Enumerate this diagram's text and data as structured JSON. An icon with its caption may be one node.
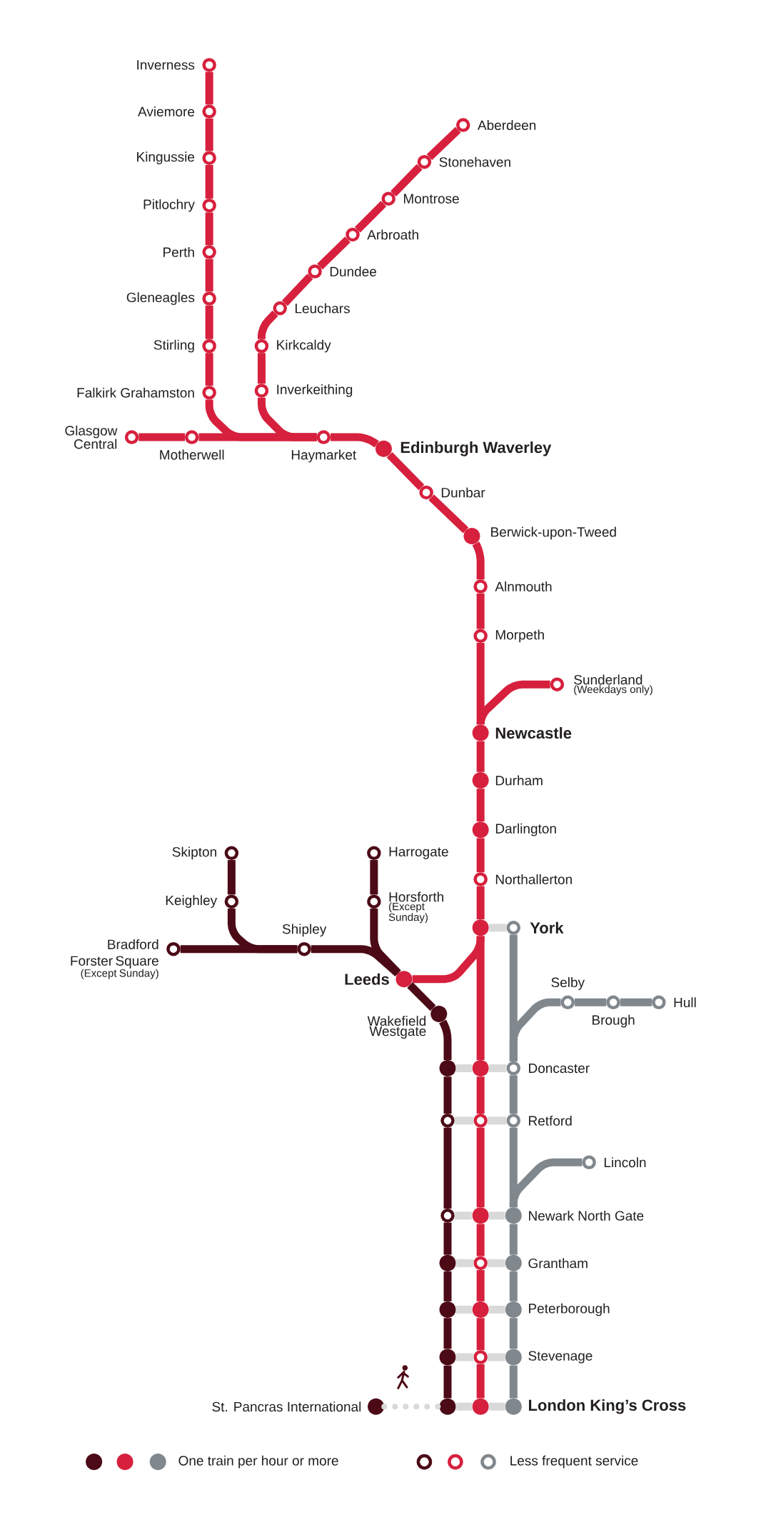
{
  "diagram": {
    "nodes": [
      {
        "text": [],
        "shape": "circle",
        "beside": [
          "Inverness"
        ]
      },
      {
        "text": [],
        "shape": "circle",
        "beside": [
          "Aviemore"
        ]
      },
      {
        "text": [],
        "shape": "circle",
        "beside": [
          "Kingussie"
        ]
      },
      {
        "text": [],
        "shape": "circle",
        "beside": [
          "Pitlochry"
        ]
      },
      {
        "text": [],
        "shape": "circle",
        "beside": [
          "Perth"
        ]
      },
      {
        "text": [],
        "shape": "circle",
        "beside": [
          "Gleneagles"
        ]
      },
      {
        "text": [],
        "shape": "circle",
        "beside": [
          "Stirling"
        ]
      },
      {
        "text": [],
        "shape": "circle",
        "beside": [
          "Falkirk Grahamston"
        ]
      },
      {
        "text": [],
        "shape": "circle",
        "beside": [
          "Aberdeen"
        ]
      },
      {
        "text": [],
        "shape": "circle",
        "beside": [
          "Stonehaven"
        ]
      },
      {
        "text": [],
        "shape": "circle",
        "beside": [
          "Montrose"
        ]
      },
      {
        "text": [],
        "shape": "circle",
        "beside": [
          "Arbroath"
        ]
      },
      {
        "text": [],
        "shape": "circle",
        "beside": [
          "Dundee"
        ]
      },
      {
        "text": [],
        "shape": "circle",
        "beside": [
          "Leuchars"
        ]
      },
      {
        "text": [],
        "shape": "circle",
        "beside": [
          "Kirkcaldy"
        ]
      },
      {
        "text": [],
        "shape": "circle",
        "beside": [
          "Inverkeithing"
        ]
      },
      {
        "text": [],
        "shape": "circle",
        "beside": [
          "Glasgow Central"
        ]
      },
      {
        "text": [],
        "shape": "circle",
        "beside": [
          "Motherwell"
        ]
      },
      {
        "text": [],
        "shape": "circle",
        "beside": [
          "Haymarket"
        ]
      },
      {
        "text": [],
        "shape": "dot",
        "beside": [
          "Edinburgh Waverley"
        ]
      },
      {
        "text": [],
        "shape": "circle",
        "beside": [
          "Dunbar"
        ]
      },
      {
        "text": [],
        "shape": "dot",
        "beside": [
          "Berwick-upon-Tweed"
        ]
      },
      {
        "text": [],
        "shape": "circle",
        "beside": [
          "Alnmouth"
        ]
      },
      {
        "text": [],
        "shape": "circle",
        "beside": [
          "Morpeth"
        ]
      },
      {
        "text": [],
        "shape": "circle",
        "beside": [
          "Sunderland",
          "(Weekdays only)"
        ]
      },
      {
        "text": [],
        "shape": "dot",
        "beside": [
          "Newcastle"
        ]
      },
      {
        "text": [],
        "shape": "dot",
        "beside": [
          "Durham"
        ]
      },
      {
        "text": [],
        "shape": "dot",
        "beside": [
          "Darlington"
        ]
      },
      {
        "text": [],
        "shape": "circle",
        "beside": [
          "Northallerton"
        ]
      },
      {
        "text": [],
        "shape": "dot"
      },
      {
        "text": [],
        "shape": "circle",
        "beside": [
          "York"
        ]
      },
      {
        "text": [],
        "shape": "circle",
        "beside": [
          "Skipton"
        ]
      },
      {
        "text": [],
        "shape": "circle",
        "beside": [
          "Keighley"
        ]
      },
      {
        "text": [],
        "shape": "circle",
        "beside": [
          "Harrogate"
        ]
      },
      {
        "text": [],
        "shape": "circle",
        "beside": [
          "Horsforth",
          "(Except Sunday)"
        ]
      },
      {
        "text": [],
        "shape": "circle",
        "beside": [
          "Bradford Forster Square",
          "(Except Sunday)"
        ]
      },
      {
        "text": [],
        "shape": "circle",
        "beside": [
          "Shipley"
        ]
      },
      {
        "text": [],
        "shape": "dot",
        "beside": [
          "Leeds"
        ]
      },
      {
        "text": [],
        "shape": "dot",
        "beside": [
          "Wakefield Westgate"
        ]
      },
      {
        "text": [],
        "shape": "circle",
        "beside": [
          "Selby"
        ]
      },
      {
        "text": [],
        "shape": "circle",
        "beside": [
          "Brough"
        ]
      },
      {
        "text": [],
        "shape": "circle",
        "beside": [
          "Hull"
        ]
      },
      {
        "text": [],
        "shape": "dot"
      },
      {
        "text": [],
        "shape": "dot"
      },
      {
        "text": [],
        "shape": "circle",
        "beside": [
          "Doncaster"
        ]
      },
      {
        "text": [],
        "shape": "circle"
      },
      {
        "text": [],
        "shape": "circle"
      },
      {
        "text": [],
        "shape": "circle",
        "beside": [
          "Retford"
        ]
      },
      {
        "text": [],
        "shape": "circle",
        "beside": [
          "Lincoln"
        ]
      },
      {
        "text": [],
        "shape": "circle"
      },
      {
        "text": [],
        "shape": "dot"
      },
      {
        "text": [],
        "shape": "dot",
        "beside": [
          "Newark North Gate"
        ]
      },
      {
        "text": [],
        "shape": "dot"
      },
      {
        "text": [],
        "shape": "circle"
      },
      {
        "text": [],
        "shape": "dot",
        "beside": [
          "Grantham"
        ]
      },
      {
        "text": [],
        "shape": "dot"
      },
      {
        "text": [],
        "shape": "dot"
      },
      {
        "text": [],
        "shape": "dot",
        "beside": [
          "Peterborough"
        ]
      },
      {
        "text": [],
        "shape": "dot"
      },
      {
        "text": [],
        "shape": "circle"
      },
      {
        "text": [],
        "shape": "dot",
        "beside": [
          "Stevenage"
        ]
      },
      {
        "text": [],
        "shape": "dot",
        "beside": [
          "St. Pancras International"
        ]
      },
      {
        "text": [],
        "shape": "dot"
      },
      {
        "text": [],
        "shape": "dot"
      },
      {
        "text": [],
        "shape": "dot",
        "beside": [
          "London King’s Cross"
        ]
      }
    ],
    "edges": [
      {
        "from": 0,
        "to": 1,
        "arrow": "none"
      },
      {
        "from": 1,
        "to": 2,
        "arrow": "none"
      },
      {
        "from": 2,
        "to": 3,
        "arrow": "none"
      },
      {
        "from": 3,
        "to": 4,
        "arrow": "none"
      },
      {
        "from": 4,
        "to": 5,
        "arrow": "none"
      },
      {
        "from": 5,
        "to": 6,
        "arrow": "none"
      },
      {
        "from": 6,
        "to": 7,
        "arrow": "none"
      },
      {
        "from": 7,
        "to": 18,
        "arrow": "none"
      },
      {
        "from": 8,
        "to": 9,
        "arrow": "none"
      },
      {
        "from": 9,
        "to": 10,
        "arrow": "none"
      },
      {
        "from": 10,
        "to": 11,
        "arrow": "none"
      },
      {
        "from": 11,
        "to": 12,
        "arrow": "none"
      },
      {
        "from": 12,
        "to": 13,
        "arrow": "none"
      },
      {
        "from": 13,
        "to": 14,
        "arrow": "none"
      },
      {
        "from": 14,
        "to": 15,
        "arrow": "none"
      },
      {
        "from": 15,
        "to": 18,
        "arrow": "none"
      },
      {
        "from": 16,
        "to": 17,
        "arrow": "none"
      },
      {
        "from": 17,
        "to": 18,
        "arrow": "none"
      },
      {
        "from": 18,
        "to": 19,
        "arrow": "none"
      },
      {
        "from": 19,
        "to": 20,
        "arrow": "none"
      },
      {
        "from": 20,
        "to": 21,
        "arrow": "none"
      },
      {
        "from": 21,
        "to": 22,
        "arrow": "none"
      },
      {
        "from": 22,
        "to": 23,
        "arrow": "none"
      },
      {
        "from": 23,
        "to": 25,
        "arrow": "none"
      },
      {
        "from": 24,
        "to": 25,
        "arrow": "none"
      },
      {
        "from": 25,
        "to": 26,
        "arrow": "none"
      },
      {
        "from": 26,
        "to": 27,
        "arrow": "none"
      },
      {
        "from": 27,
        "to": 28,
        "arrow": "none"
      },
      {
        "from": 28,
        "to": 29,
        "arrow": "none"
      },
      {
        "from": 29,
        "to": 43,
        "arrow": "none"
      },
      {
        "from": 29,
        "to": 37,
        "arrow": "none"
      },
      {
        "from": 31,
        "to": 32,
        "arrow": "none",
        "color": "#4b0a16"
      },
      {
        "from": 32,
        "to": 36,
        "arrow": "none",
        "color": "#4b0a16"
      },
      {
        "from": 35,
        "to": 36,
        "arrow": "none",
        "color": "#4b0a16"
      },
      {
        "from": 36,
        "to": 37,
        "arrow": "none",
        "color": "#4b0a16"
      },
      {
        "from": 33,
        "to": 34,
        "arrow": "none",
        "color": "#4b0a16"
      },
      {
        "from": 34,
        "to": 37,
        "arrow": "none",
        "color": "#4b0a16"
      },
      {
        "from": 37,
        "to": 38,
        "arrow": "none",
        "color": "#4b0a16"
      },
      {
        "from": 38,
        "to": 42,
        "arrow": "none",
        "color": "#4b0a16"
      },
      {
        "from": 42,
        "to": 45,
        "arrow": "none",
        "color": "#4b0a16"
      },
      {
        "from": 45,
        "to": 49,
        "arrow": "none",
        "color": "#4b0a16"
      },
      {
        "from": 49,
        "to": 52,
        "arrow": "none",
        "color": "#4b0a16"
      },
      {
        "from": 52,
        "to": 55,
        "arrow": "none",
        "color": "#4b0a16"
      },
      {
        "from": 55,
        "to": 58,
        "arrow": "none",
        "color": "#4b0a16"
      },
      {
        "from": 58,
        "to": 62,
        "arrow": "none",
        "color": "#4b0a16"
      },
      {
        "from": 43,
        "to": 46,
        "arrow": "none"
      },
      {
        "from": 46,
        "to": 50,
        "arrow": "none"
      },
      {
        "from": 50,
        "to": 53,
        "arrow": "none"
      },
      {
        "from": 53,
        "to": 56,
        "arrow": "none"
      },
      {
        "from": 56,
        "to": 59,
        "arrow": "none"
      },
      {
        "from": 59,
        "to": 63,
        "arrow": "none"
      },
      {
        "from": 30,
        "to": 44,
        "arrow": "none",
        "color": "#80878d"
      },
      {
        "from": 39,
        "to": 44,
        "arrow": "none",
        "color": "#80878d"
      },
      {
        "from": 39,
        "to": 40,
        "arrow": "none",
        "color": "#80878d"
      },
      {
        "from": 40,
        "to": 41,
        "arrow": "none",
        "color": "#80878d"
      },
      {
        "from": 44,
        "to": 47,
        "arrow": "none",
        "color": "#80878d"
      },
      {
        "from": 47,
        "to": 51,
        "arrow": "none",
        "color": "#80878d"
      },
      {
        "from": 48,
        "to": 51,
        "arrow": "none",
        "color": "#80878d"
      },
      {
        "from": 51,
        "to": 54,
        "arrow": "none",
        "color": "#80878d"
      },
      {
        "from": 54,
        "to": 57,
        "arrow": "none",
        "color": "#80878d"
      },
      {
        "from": 57,
        "to": 60,
        "arrow": "none",
        "color": "#80878d"
      },
      {
        "from": 60,
        "to": 64,
        "arrow": "none",
        "color": "#80878d"
      },
      {
        "from": 29,
        "to": 30,
        "arrow": "none",
        "color": "#d9d9d9"
      },
      {
        "from": 42,
        "to": 43,
        "arrow": "none",
        "color": "#d9d9d9"
      },
      {
        "from": 43,
        "to": 44,
        "arrow": "none",
        "color": "#d9d9d9"
      },
      {
        "from": 45,
        "to": 46,
        "arrow": "none",
        "color": "#d9d9d9"
      },
      {
        "from": 46,
        "to": 47,
        "arrow": "none",
        "color": "#d9d9d9"
      },
      {
        "from": 49,
        "to": 50,
        "arrow": "none",
        "color": "#d9d9d9"
      },
      {
        "from": 50,
        "to": 51,
        "arrow": "none",
        "color": "#d9d9d9"
      },
      {
        "from": 52,
        "to": 53,
        "arrow": "none",
        "color": "#d9d9d9"
      },
      {
        "from": 53,
        "to": 54,
        "arrow": "none",
        "color": "#d9d9d9"
      },
      {
        "from": 55,
        "to": 56,
        "arrow": "none",
        "color": "#d9d9d9"
      },
      {
        "from": 56,
        "to": 57,
        "arrow": "none",
        "color": "#d9d9d9"
      },
      {
        "from": 58,
        "to": 59,
        "arrow": "none",
        "color": "#d9d9d9"
      },
      {
        "from": 59,
        "to": 60,
        "arrow": "none",
        "color": "#d9d9d9"
      },
      {
        "from": 62,
        "to": 63,
        "arrow": "none",
        "color": "#d9d9d9"
      },
      {
        "from": 63,
        "to": 64,
        "arrow": "none",
        "color": "#d9d9d9"
      },
      {
        "from": 61,
        "to": 62,
        "arrow": "none",
        "style": "dashed",
        "color": "#d9d9d9"
      }
    ],
    "legend": [
      {
        "text": "One train per hour or more"
      },
      {
        "text": "Less frequent service"
      }
    ]
  }
}
